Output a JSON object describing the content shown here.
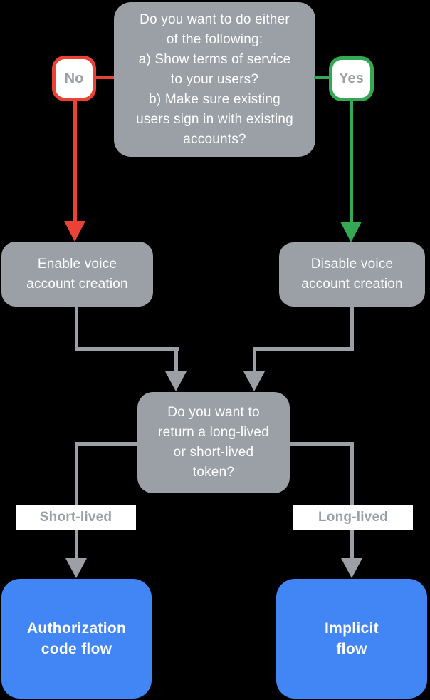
{
  "diagram": {
    "type": "flowchart",
    "background": "#000000",
    "colors": {
      "node_gray": "#9AA0A6",
      "node_blue": "#4285F4",
      "no_red": "#EA4335",
      "yes_green": "#34A853",
      "connector_gray": "#9AA0A6",
      "node_text": "#FFFFFF",
      "label_text": "#9AA0A6",
      "label_background": "#FFFFFF"
    },
    "nodes": {
      "question": "Do you want to do either\nof the following:\na) Show terms of service\nto your users?\nb) Make sure existing\nusers sign in with existing\naccounts?",
      "enable": "Enable voice\naccount creation",
      "disable": "Disable voice\naccount creation",
      "token_question": "Do you want to\nreturn a long-lived\nor short-lived\ntoken?",
      "auth_code_flow": "Authorization\ncode flow",
      "implicit_flow": "Implicit\nflow"
    },
    "edge_labels": {
      "no": "No",
      "yes": "Yes",
      "short_lived": "Short-lived",
      "long_lived": "Long-lived"
    }
  }
}
